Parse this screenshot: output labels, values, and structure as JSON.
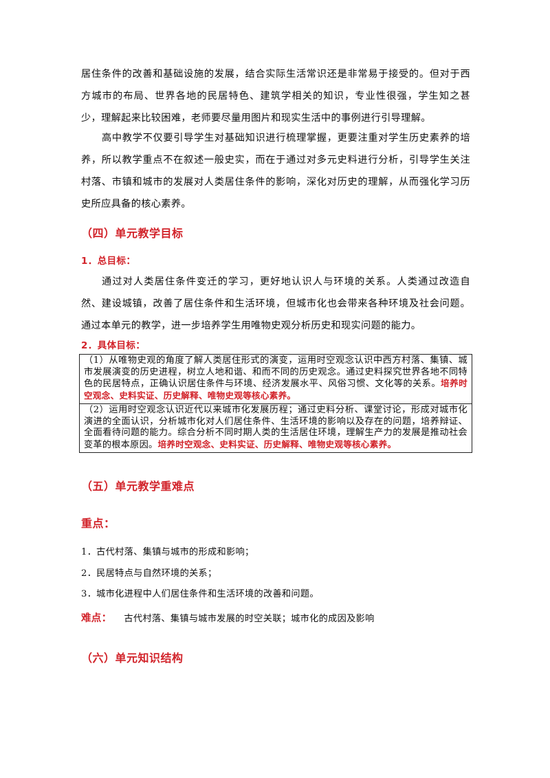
{
  "intro": {
    "para1": "居住条件的改善和基础设施的发展，结合实际生活常识还是非常易于接受的。但对于西方城市的布局、世界各地的民居特色、建筑学相关的知识，专业性很强，学生知之甚少，理解起来比较困难，老师要尽量用图片和现实生活中的事例进行引导理解。",
    "para2": "高中教学不仅要引导学生对基础知识进行梳理掌握，更要注重对学生历史素养的培养，所以教学重点不在叙述一般史实，而在于通过对多元史料进行分析，引导学生关注村落、市镇和城市的发展对人类居住条件的影响，深化对历史的理解，从而强化学习历史所应具备的核心素养。"
  },
  "section4": {
    "title": "（四）单元教学目标",
    "overall": {
      "label": "1．总目标：",
      "text": "通过对人类居住条件变迁的学习，更好地认识人与环境的关系。人类通过改造自然、建设城镇，改善了居住条件和生活环境，但城市化也会带来各种环境及社会问题。通过本单元的教学，进一步培养学生用唯物史观分析历史和现实问题的能力。"
    },
    "specific": {
      "label": "2．具体目标：",
      "rows": [
        {
          "text": "（1）从唯物史观的角度了解人类居住形式的演变，运用时空观念认识中西方村落、集镇、城市发展演变的历史进程，树立人地和谐、和而不同的历史观念。通过史料探究世界各地不同特色的民居特点，正确认识居住条件与环境、经济发展水平、风俗习惯、文化等的关系。",
          "emphasis": "培养时空观念、史料实证、历史解释、唯物史观等核心素养。"
        },
        {
          "text": "（2）运用时空观念认识近代以来城市化发展历程；通过史料分析、课堂讨论，形成对城市化演进的全面认识，分析城市化对人们居住条件、生活环境的影响以及存在的问题，培养辩证、全面看待问题的能力。综合分析不同时期人类的生活居住环境，理解生产力的发展是推动社会变革的根本原因。",
          "emphasis": "培养时空观念、史料实证、历史解释、唯物史观等核心素养。"
        }
      ]
    }
  },
  "section5": {
    "title": "（五）单元教学重难点",
    "key_label": "重点：",
    "key_points": [
      "1．古代村落、集镇与城市的形成和影响；",
      "2．民居特点与自然环境的关系；",
      "3．城市化进程中人们居住条件和生活环境的改善和问题。"
    ],
    "difficulty_label": "难点：",
    "difficulty_text": "古代村落、集镇与城市发展的时空关联；城市化的成因及影响"
  },
  "section6": {
    "title": "（六）单元知识结构"
  },
  "colors": {
    "accent": "#d2232a",
    "text": "#111111",
    "border": "#222222"
  }
}
